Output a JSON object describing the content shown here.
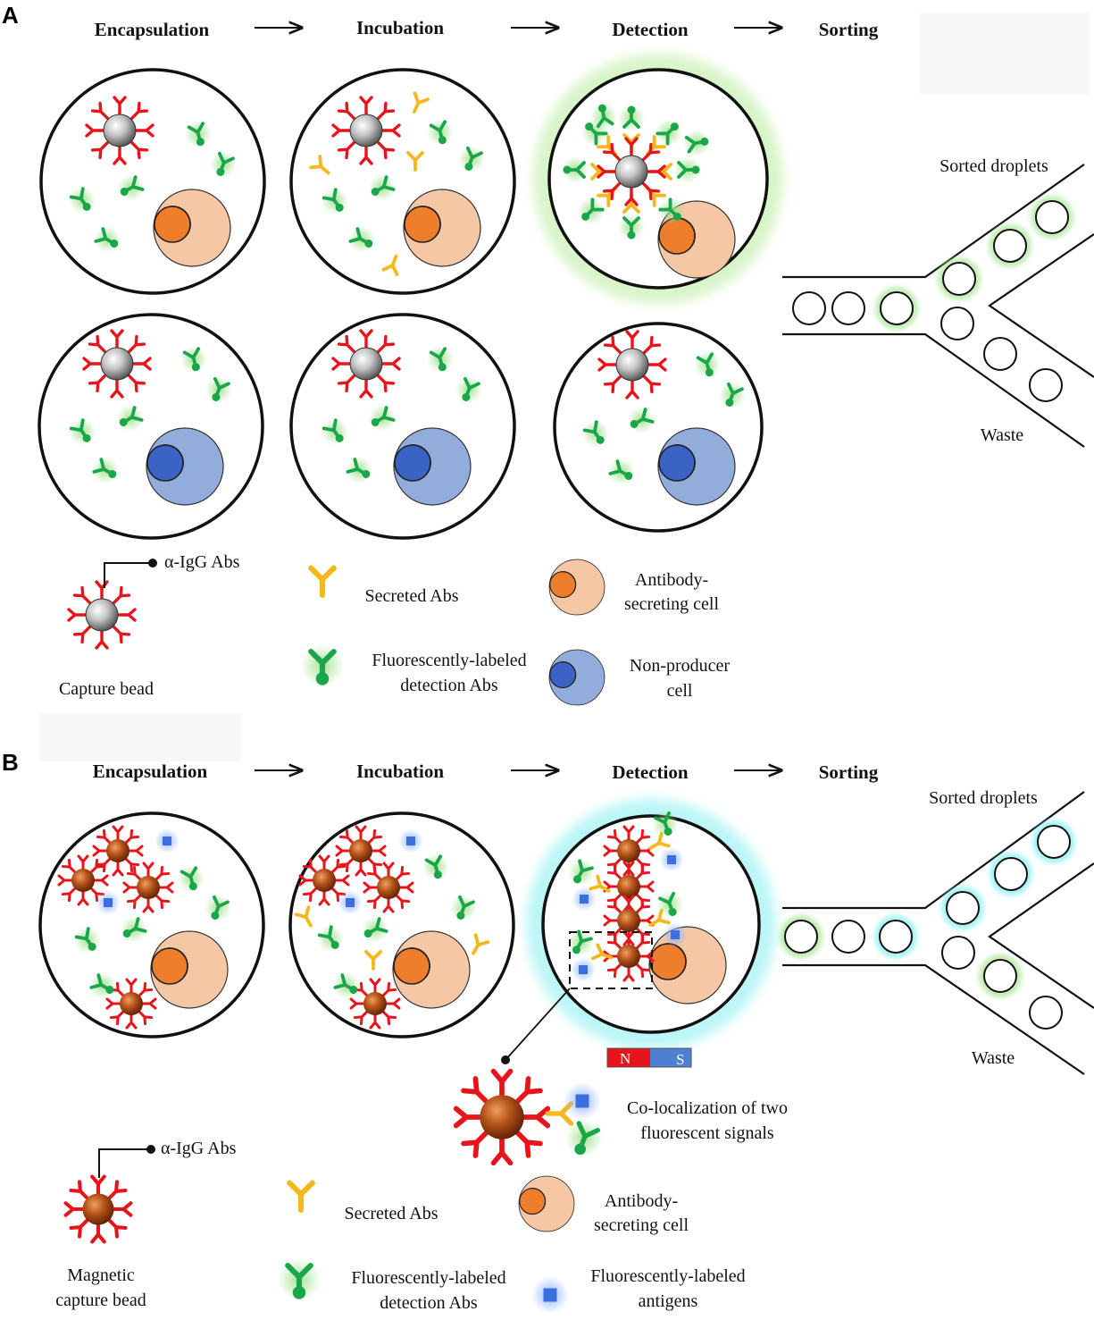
{
  "panelA": {
    "letter": "A",
    "steps": [
      "Encapsulation",
      "Incubation",
      "Detection",
      "Sorting"
    ],
    "channel": {
      "sorted_label": "Sorted droplets",
      "waste_label": "Waste"
    },
    "legend": {
      "alpha_igg": "α-IgG Abs",
      "capture_bead": "Capture  bead",
      "secreted_abs": "Secreted Abs",
      "detection_abs_1": "Fluorescently-labeled",
      "detection_abs_2": "detection Abs",
      "asc_1": "Antibody-",
      "asc_2": "secreting cell",
      "nonproducer_1": "Non-producer",
      "nonproducer_2": "cell"
    }
  },
  "panelB": {
    "letter": "B",
    "steps": [
      "Encapsulation",
      "Incubation",
      "Detection",
      "Sorting"
    ],
    "channel": {
      "sorted_label": "Sorted droplets",
      "waste_label": "Waste"
    },
    "magnet": {
      "north": "N",
      "south": "S"
    },
    "inset": {
      "line1": "Co-localization of two",
      "line2": "fluorescent signals"
    },
    "legend": {
      "alpha_igg": "α-IgG Abs",
      "bead_1": "Magnetic",
      "bead_2": "capture  bead",
      "secreted_abs": "Secreted Abs",
      "asc_1": "Antibody-",
      "asc_2": "secreting cell",
      "detection_abs_1": "Fluorescently-labeled",
      "detection_abs_2": "detection Abs",
      "antigens_1": "Fluorescently-labeled",
      "antigens_2": "antigens"
    }
  },
  "colors": {
    "capture_antibody": "#e8141c",
    "secreted_antibody": "#f4b81c",
    "detection_antibody": "#1aa64a",
    "green_glow": "#9fe08a",
    "cyan_glow": "#6fe6ea",
    "antigen": "#3d6ee0",
    "asc_cell": "#f6c7a4",
    "asc_nucleus": "#ee7d2c",
    "nonproducer_cell": "#92acdc",
    "nonproducer_nucleus": "#3b63c6",
    "magnet_north": "#e8141c",
    "magnet_south": "#4f7fd0"
  }
}
